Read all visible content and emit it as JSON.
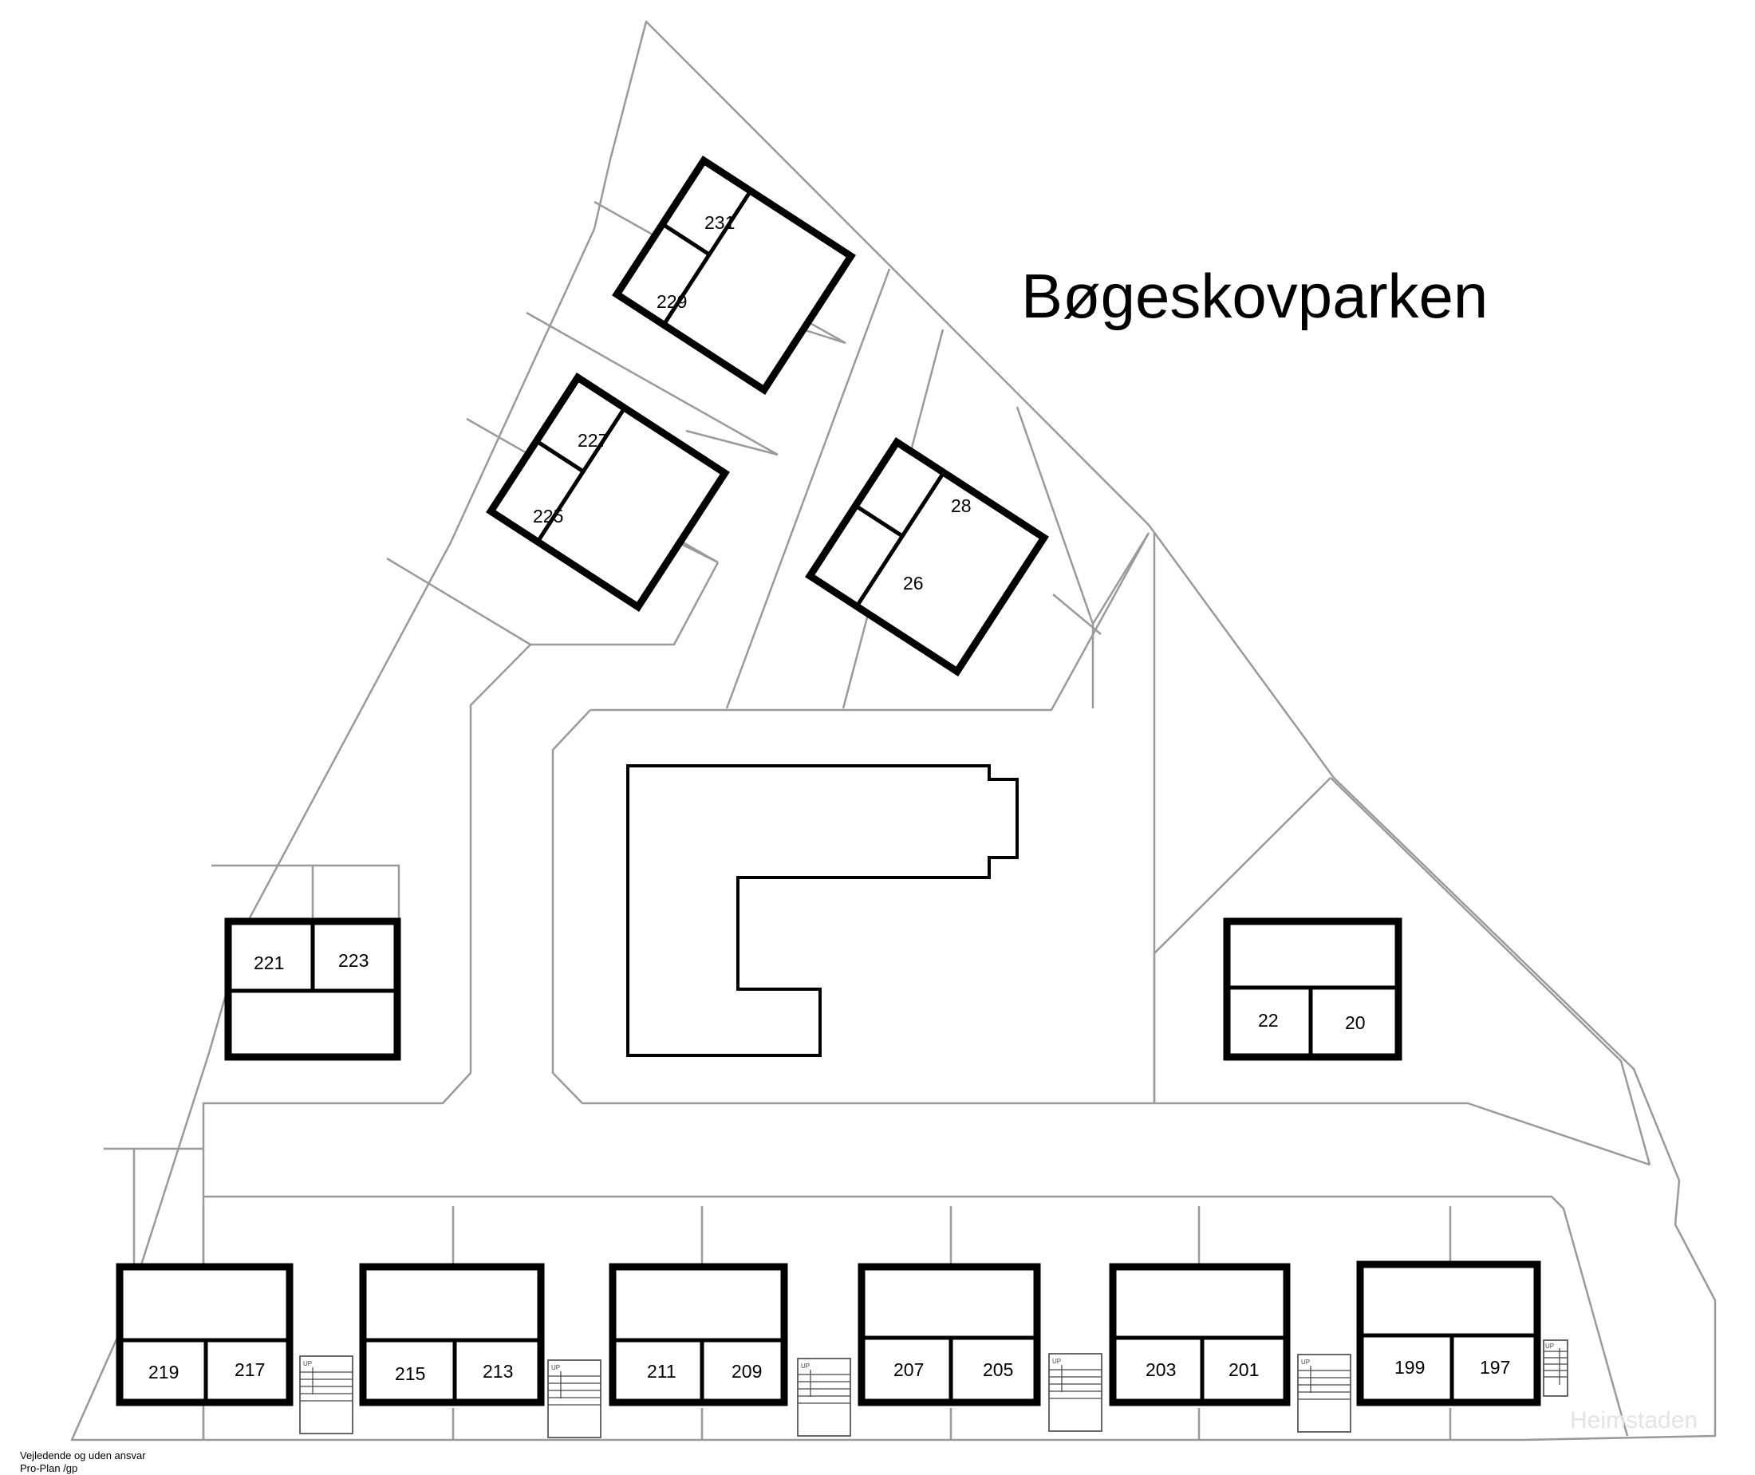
{
  "title": "Bøgeskovparken",
  "footer": {
    "line1": "Vejledende og uden ansvar",
    "line2": "Pro-Plan /gp"
  },
  "watermark": "Heimstaden",
  "stair_label": "UP",
  "units": {
    "u231": "231",
    "u229": "229",
    "u227": "227",
    "u225": "225",
    "u28": "28",
    "u26": "26",
    "u221": "221",
    "u223": "223",
    "u22": "22",
    "u20": "20",
    "u219": "219",
    "u217": "217",
    "u215": "215",
    "u213": "213",
    "u211": "211",
    "u209": "209",
    "u207": "207",
    "u205": "205",
    "u203": "203",
    "u201": "201",
    "u199": "199",
    "u197": "197"
  }
}
